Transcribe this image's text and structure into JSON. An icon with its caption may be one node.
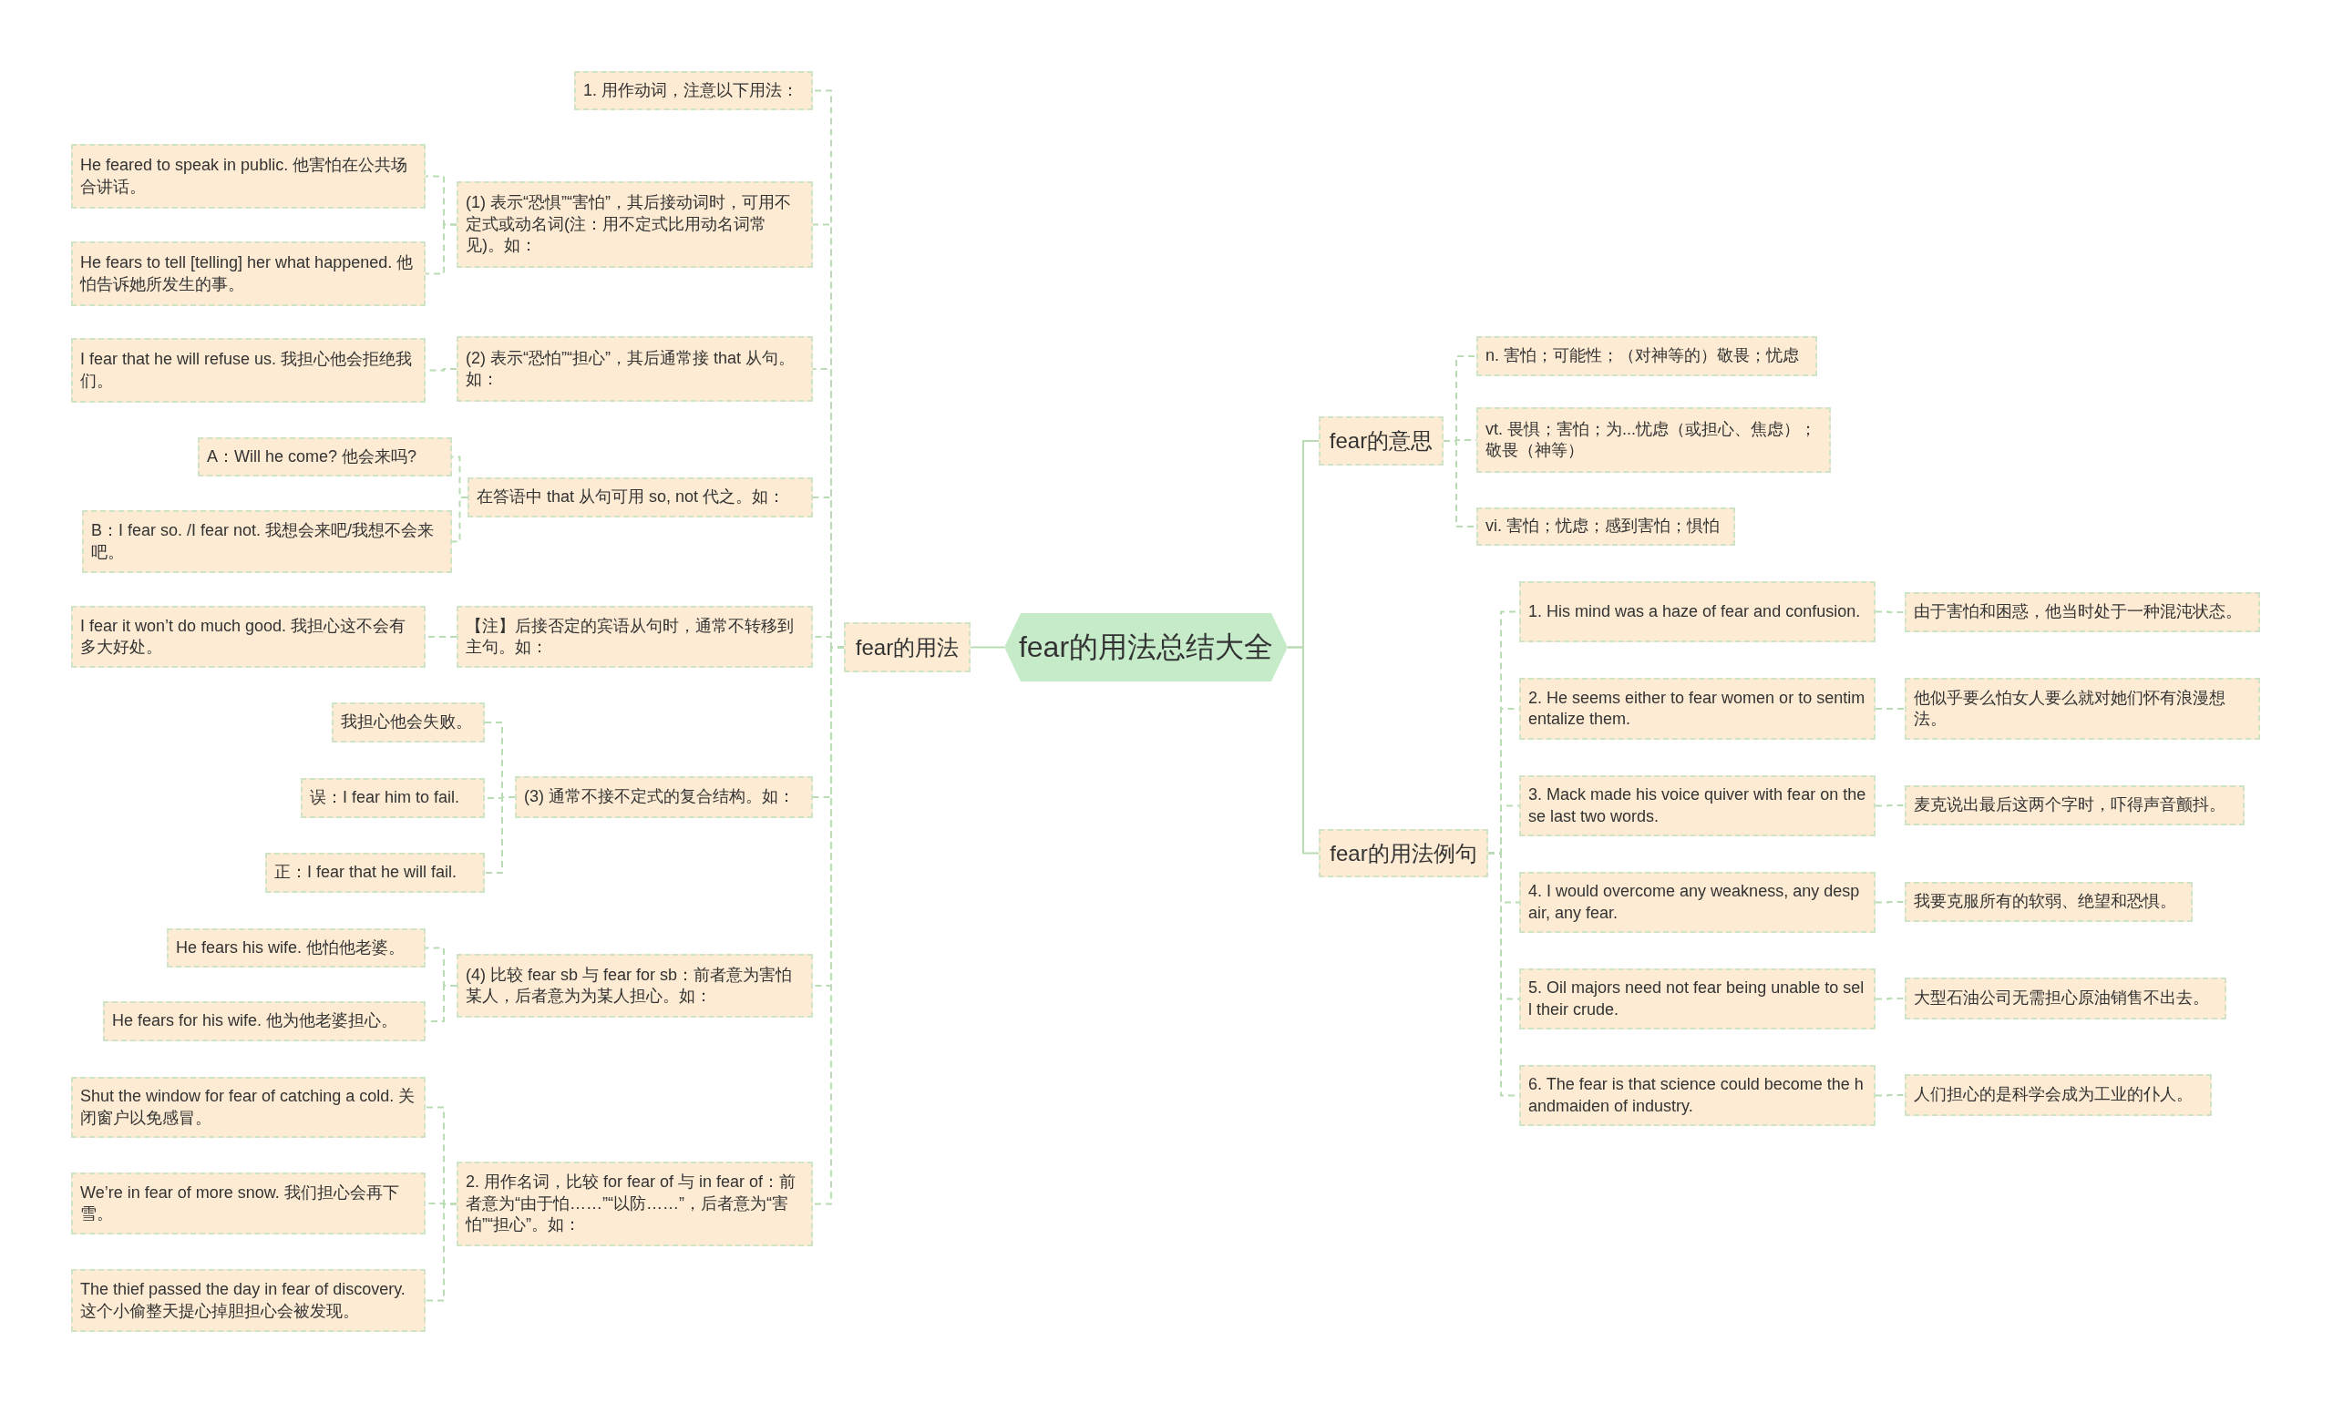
{
  "diagram": {
    "nodes": [
      {
        "text": [
          "fear的用法总结大全"
        ]
      },
      {
        "text": [
          "fear的用法"
        ]
      },
      {
        "text": [
          "1. 用作动词，注意以下用法："
        ]
      },
      {
        "text": [
          "(1) 表示“恐惧”“害怕”，其后接动词时，可用不定式或动名词(注：用不定式比用动名词常见)。如："
        ]
      },
      {
        "text": [
          "He feared to speak in public. 他害怕在公共场合讲话。"
        ]
      },
      {
        "text": [
          "He fears to tell [telling] her what happened. 他怕告诉她所发生的事。"
        ]
      },
      {
        "text": [
          "(2) 表示“恐怕”“担心”，其后通常接 that 从句。如："
        ]
      },
      {
        "text": [
          "I fear that he will refuse us. 我担心他会拒绝我们。"
        ]
      },
      {
        "text": [
          "在答语中 that 从句可用 so, not 代之。如："
        ]
      },
      {
        "text": [
          "A：Will he come? 他会来吗?"
        ]
      },
      {
        "text": [
          "B：I fear so. /I fear not. 我想会来吧/我想不会来吧。"
        ]
      },
      {
        "text": [
          "【注】后接否定的宾语从句时，通常不转移到主句。如："
        ]
      },
      {
        "text": [
          "I fear it won’t do much good. 我担心这不会有多大好处。"
        ]
      },
      {
        "text": [
          "(3) 通常不接不定式的复合结构。如："
        ]
      },
      {
        "text": [
          "我担心他会失败。"
        ]
      },
      {
        "text": [
          "误：I fear him to fail."
        ]
      },
      {
        "text": [
          "正：I fear that he will fail."
        ]
      },
      {
        "text": [
          "(4) 比较 fear sb 与 fear for sb：前者意为害怕某人，后者意为为某人担心。如："
        ]
      },
      {
        "text": [
          "He fears his wife. 他怕他老婆。"
        ]
      },
      {
        "text": [
          "He fears for his wife. 他为他老婆担心。"
        ]
      },
      {
        "text": [
          "2. 用作名词，比较 for fear of 与 in fear of：前者意为“由于怕……”“以防……”，后者意为“害怕”“担心”。如："
        ]
      },
      {
        "text": [
          "Shut the window for fear of catching a cold. 关闭窗户以免感冒。"
        ]
      },
      {
        "text": [
          "We’re in fear of more snow. 我们担心会再下雪。"
        ]
      },
      {
        "text": [
          "The thief passed the day in fear of discovery. 这个小偷整天提心掉胆担心会被发现。"
        ]
      },
      {
        "text": [
          "fear的意思"
        ]
      },
      {
        "text": [
          "n. 害怕；可能性；（对神等的）敬畏；忧虑"
        ]
      },
      {
        "text": [
          "vt. 畏惧；害怕；为...忧虑（或担心、焦虑）；敬畏（神等）"
        ]
      },
      {
        "text": [
          "vi. 害怕；忧虑；感到害怕；惧怕"
        ]
      },
      {
        "text": [
          "fear的用法例句"
        ]
      },
      {
        "text": [
          "1. His mind was a haze of fear and confusion."
        ]
      },
      {
        "text": [
          "由于害怕和困惑，他当时处于一种混沌状态。"
        ]
      },
      {
        "text": [
          "2. He seems either to fear women or to sentimentalize them."
        ]
      },
      {
        "text": [
          "他似乎要么怕女人要么就对她们怀有浪漫想法。"
        ]
      },
      {
        "text": [
          "3. Mack made his voice quiver with fear on these last two words."
        ]
      },
      {
        "text": [
          "麦克说出最后这两个字时，吓得声音颤抖。"
        ]
      },
      {
        "text": [
          "4. I would overcome any weakness, any despair, any fear."
        ]
      },
      {
        "text": [
          "我要克服所有的软弱、绝望和恐惧。"
        ]
      },
      {
        "text": [
          "5. Oil majors need not fear being unable to sell their crude."
        ]
      },
      {
        "text": [
          "大型石油公司无需担心原油销售不出去。"
        ]
      },
      {
        "text": [
          "6. The fear is that science could become the handmaiden of industry."
        ]
      },
      {
        "text": [
          "人们担心的是科学会成为工业的仆人。"
        ]
      }
    ],
    "edges": [
      {
        "from": 0,
        "to": 1,
        "arrow": "none"
      },
      {
        "from": 1,
        "to": 2,
        "arrow": "none",
        "style": "dashed"
      },
      {
        "from": 1,
        "to": 3,
        "arrow": "none",
        "style": "dashed"
      },
      {
        "from": 3,
        "to": 4,
        "arrow": "none",
        "style": "dashed"
      },
      {
        "from": 3,
        "to": 5,
        "arrow": "none",
        "style": "dashed"
      },
      {
        "from": 1,
        "to": 6,
        "arrow": "none",
        "style": "dashed"
      },
      {
        "from": 6,
        "to": 7,
        "arrow": "none",
        "style": "dashed"
      },
      {
        "from": 1,
        "to": 8,
        "arrow": "none",
        "style": "dashed"
      },
      {
        "from": 8,
        "to": 9,
        "arrow": "none",
        "style": "dashed"
      },
      {
        "from": 8,
        "to": 10,
        "arrow": "none",
        "style": "dashed"
      },
      {
        "from": 1,
        "to": 11,
        "arrow": "none",
        "style": "dashed"
      },
      {
        "from": 11,
        "to": 12,
        "arrow": "none",
        "style": "dashed"
      },
      {
        "from": 1,
        "to": 13,
        "arrow": "none",
        "style": "dashed"
      },
      {
        "from": 13,
        "to": 14,
        "arrow": "none",
        "style": "dashed"
      },
      {
        "from": 13,
        "to": 15,
        "arrow": "none",
        "style": "dashed"
      },
      {
        "from": 13,
        "to": 16,
        "arrow": "none",
        "style": "dashed"
      },
      {
        "from": 1,
        "to": 17,
        "arrow": "none",
        "style": "dashed"
      },
      {
        "from": 17,
        "to": 18,
        "arrow": "none",
        "style": "dashed"
      },
      {
        "from": 17,
        "to": 19,
        "arrow": "none",
        "style": "dashed"
      },
      {
        "from": 1,
        "to": 20,
        "arrow": "none",
        "style": "dashed"
      },
      {
        "from": 20,
        "to": 21,
        "arrow": "none",
        "style": "dashed"
      },
      {
        "from": 20,
        "to": 22,
        "arrow": "none",
        "style": "dashed"
      },
      {
        "from": 20,
        "to": 23,
        "arrow": "none",
        "style": "dashed"
      },
      {
        "from": 0,
        "to": 24,
        "arrow": "none"
      },
      {
        "from": 24,
        "to": 25,
        "arrow": "none",
        "style": "dashed"
      },
      {
        "from": 24,
        "to": 26,
        "arrow": "none",
        "style": "dashed"
      },
      {
        "from": 24,
        "to": 27,
        "arrow": "none",
        "style": "dashed"
      },
      {
        "from": 0,
        "to": 28,
        "arrow": "none"
      },
      {
        "from": 28,
        "to": 29,
        "arrow": "none",
        "style": "dashed"
      },
      {
        "from": 29,
        "to": 30,
        "arrow": "none",
        "style": "dashed"
      },
      {
        "from": 28,
        "to": 31,
        "arrow": "none",
        "style": "dashed"
      },
      {
        "from": 31,
        "to": 32,
        "arrow": "none",
        "style": "dashed"
      },
      {
        "from": 28,
        "to": 33,
        "arrow": "none",
        "style": "dashed"
      },
      {
        "from": 33,
        "to": 34,
        "arrow": "none",
        "style": "dashed"
      },
      {
        "from": 28,
        "to": 35,
        "arrow": "none",
        "style": "dashed"
      },
      {
        "from": 35,
        "to": 36,
        "arrow": "none",
        "style": "dashed"
      },
      {
        "from": 28,
        "to": 37,
        "arrow": "none",
        "style": "dashed"
      },
      {
        "from": 37,
        "to": 38,
        "arrow": "none",
        "style": "dashed"
      },
      {
        "from": 28,
        "to": 39,
        "arrow": "none",
        "style": "dashed"
      },
      {
        "from": 39,
        "to": 40,
        "arrow": "none",
        "style": "dashed"
      }
    ]
  }
}
